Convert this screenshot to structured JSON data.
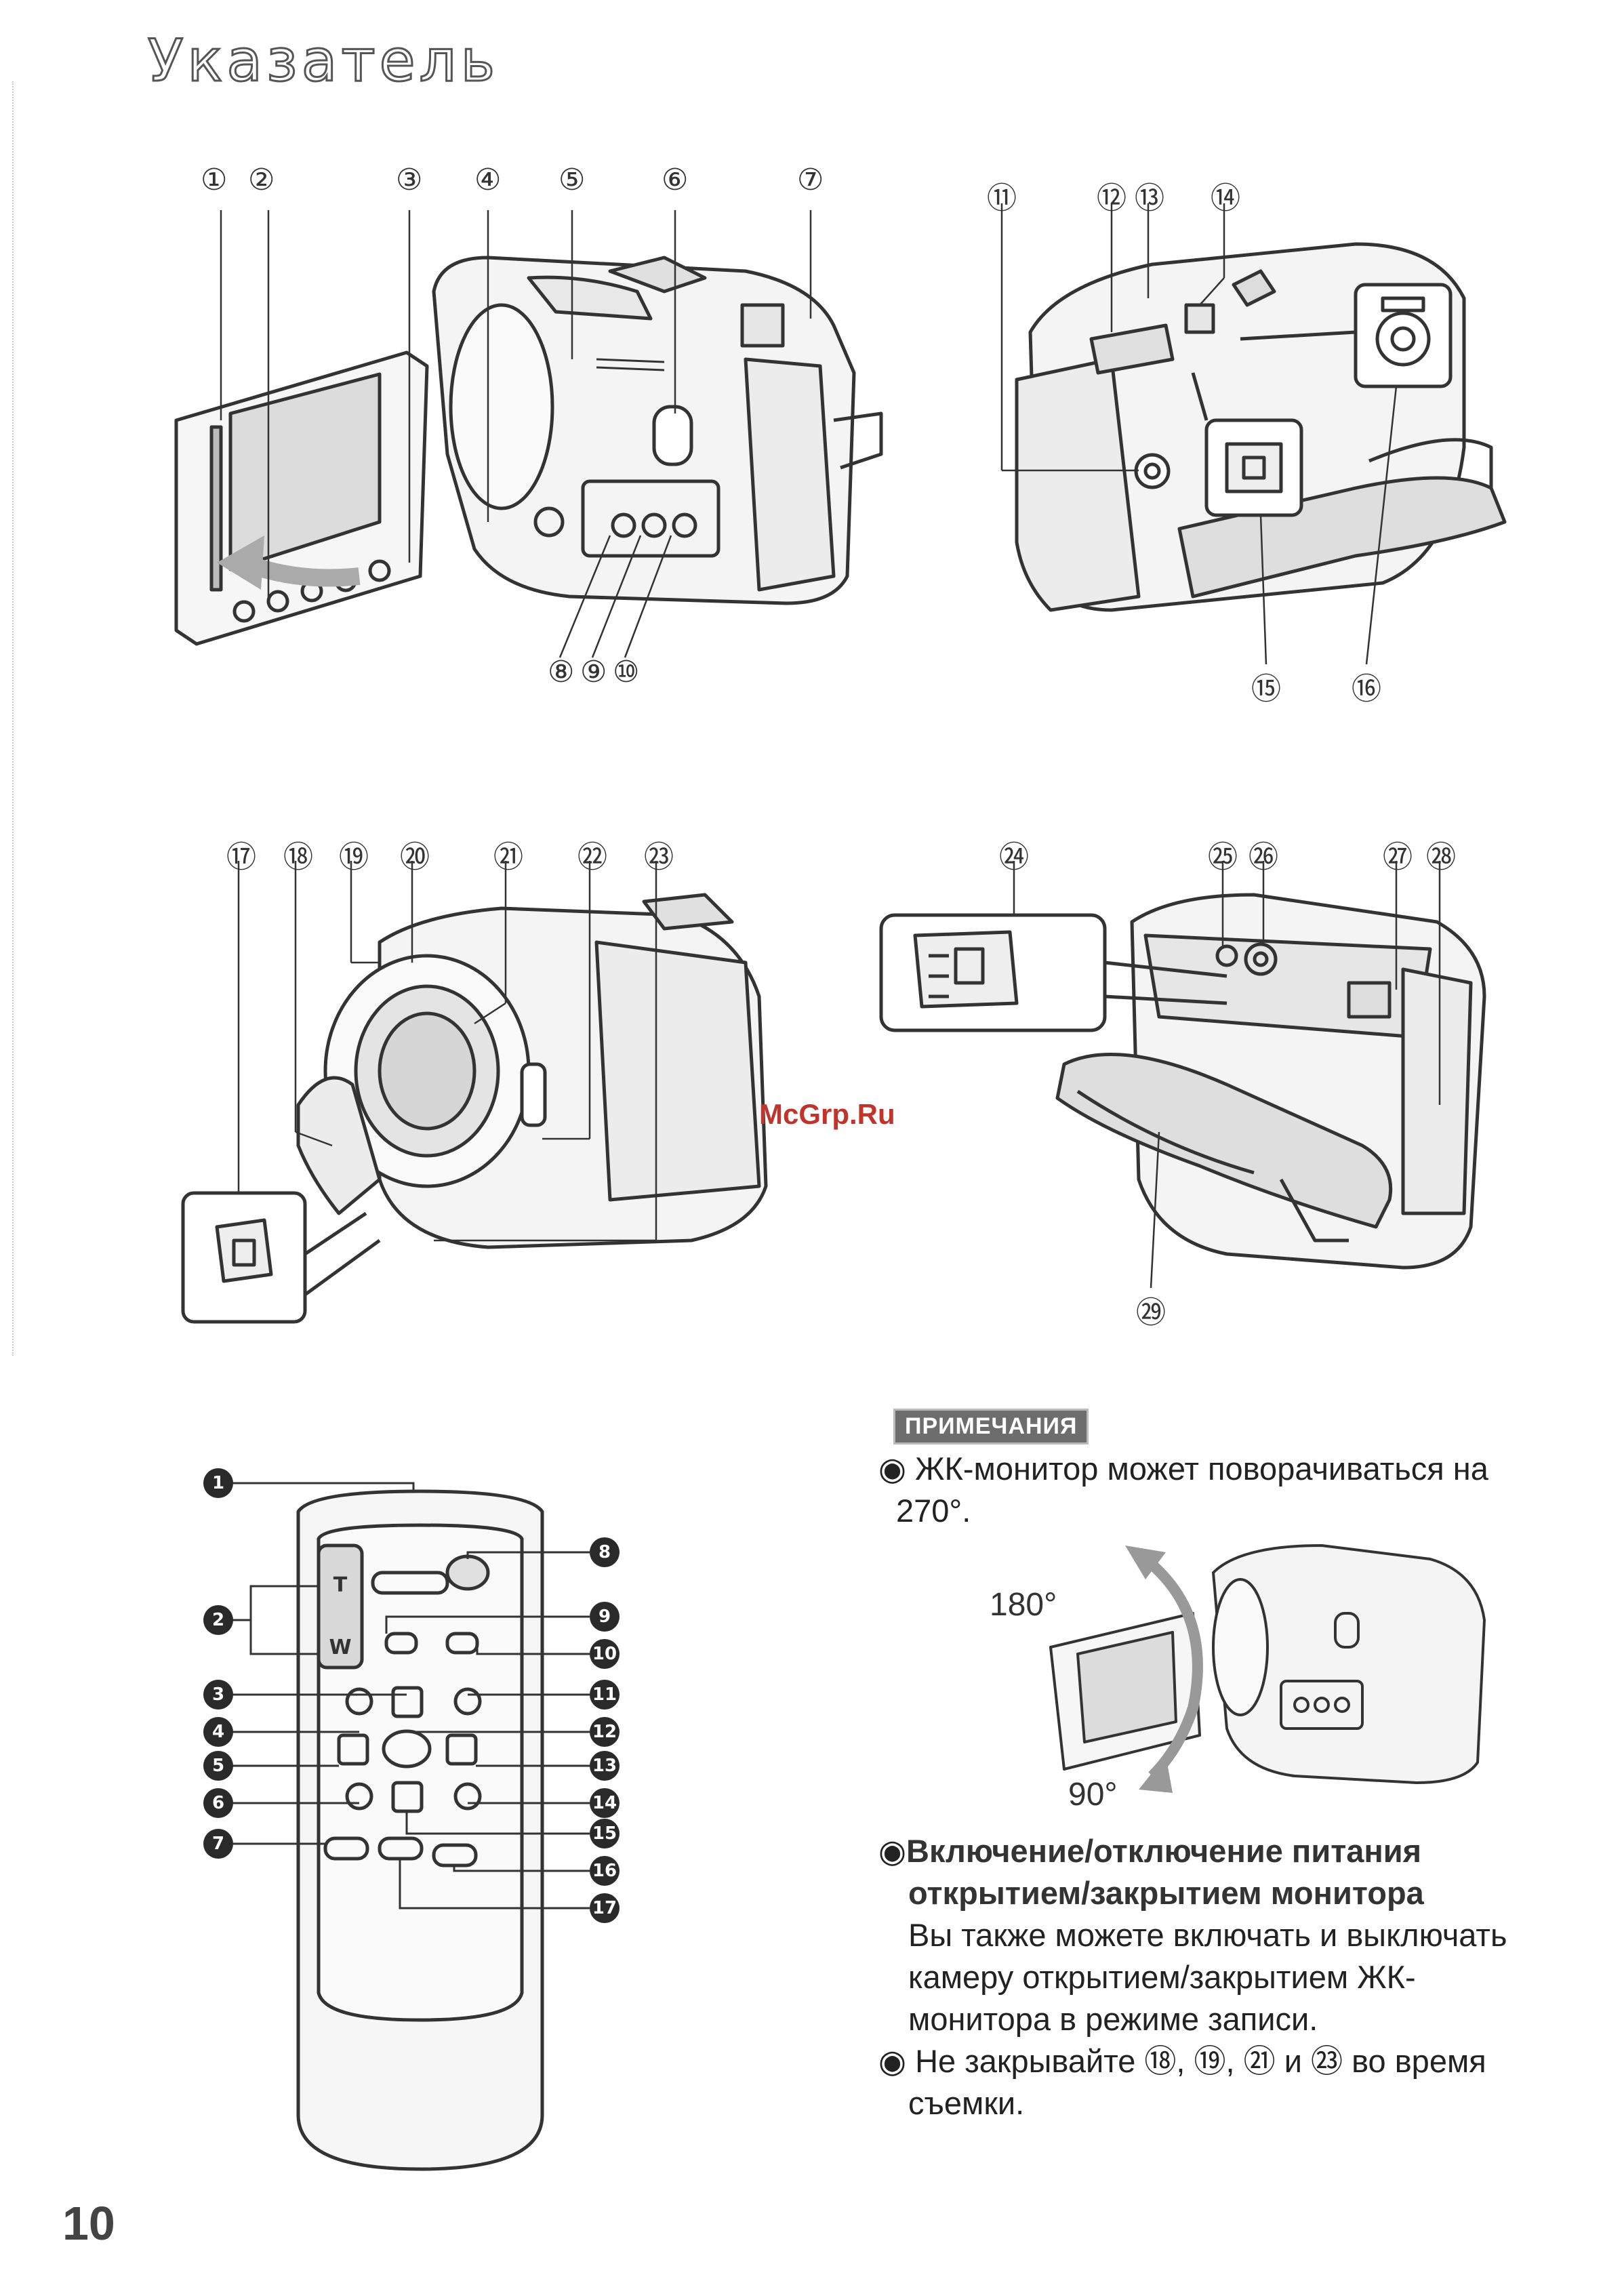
{
  "page": {
    "title": "Указатель",
    "page_number": "10",
    "watermark": "McGrp.Ru"
  },
  "figure1": {
    "labels": [
      "①",
      "②",
      "③",
      "④",
      "⑤",
      "⑥",
      "⑦",
      "⑧",
      "⑨",
      "⑩"
    ]
  },
  "figure2": {
    "labels": [
      "⑪",
      "⑫",
      "⑬",
      "⑭",
      "⑮",
      "⑯"
    ]
  },
  "figure3": {
    "labels": [
      "⑰",
      "⑱",
      "⑲",
      "⑳",
      "㉑",
      "㉒",
      "㉓"
    ]
  },
  "figure4": {
    "labels": [
      "㉔",
      "㉕",
      "㉖",
      "㉗",
      "㉘",
      "㉙"
    ]
  },
  "remote": {
    "labels": [
      "1",
      "2",
      "3",
      "4",
      "5",
      "6",
      "7",
      "8",
      "9",
      "10",
      "11",
      "12",
      "13",
      "14",
      "15",
      "16",
      "17"
    ],
    "zoom_t": "T",
    "zoom_w": "W"
  },
  "notes": {
    "heading": "ПРИМЕЧАНИЯ",
    "note1_line1": "ЖК-монитор может поворачиваться на",
    "note1_line2": "270°.",
    "angle_top": "180°",
    "angle_bottom": "90°",
    "note2_heading1": "Включение/отключение питания",
    "note2_heading2": "открытием/закрытием монитора",
    "note2_line1": "Вы также можете включать и выключать",
    "note2_line2": "камеру открытием/закрытием ЖК-",
    "note2_line3": "монитора в режиме записи.",
    "note3_line1": "Не закрывайте ⑱, ⑲, ㉑ и ㉓ во время",
    "note3_line2": "съемки."
  }
}
